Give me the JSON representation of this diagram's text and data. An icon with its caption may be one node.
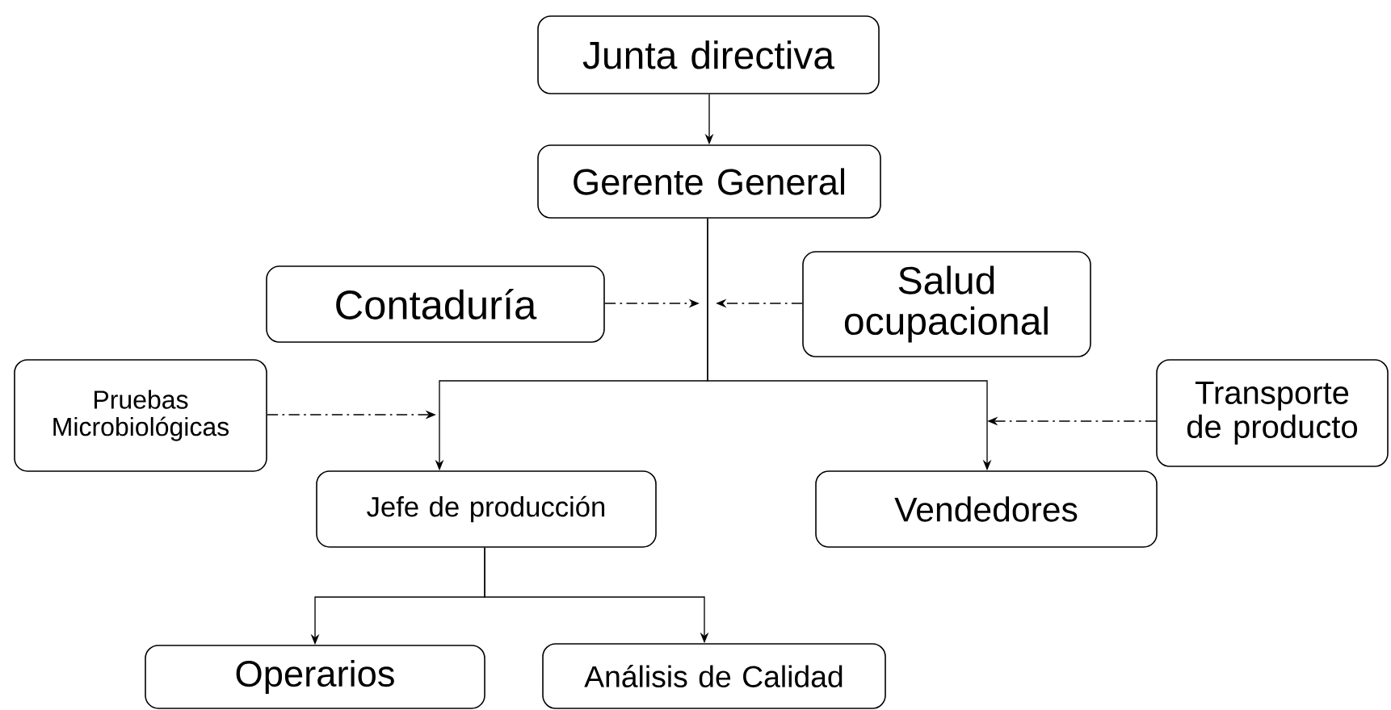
{
  "diagram": {
    "nodes": [
      {
        "text": [
          "Junta directiva"
        ]
      },
      {
        "text": [
          "Gerente General"
        ]
      },
      {
        "text": [
          "Contaduría"
        ]
      },
      {
        "text": [
          "Salud ocupacional"
        ]
      },
      {
        "text": [
          "Pruebas Microbiológicas"
        ]
      },
      {
        "text": [
          "Transporte de producto"
        ]
      },
      {
        "text": [
          "Jefe de producción"
        ]
      },
      {
        "text": [
          "Vendedores"
        ]
      },
      {
        "text": [
          "Operarios"
        ]
      },
      {
        "text": [
          "Análisis de Calidad"
        ]
      }
    ],
    "edges": [
      {
        "from": 0,
        "to": 1,
        "arrow": "to"
      },
      {
        "from": 1,
        "to": 6,
        "arrow": "to"
      },
      {
        "from": 1,
        "to": 7,
        "arrow": "to"
      },
      {
        "from": 2,
        "to": null,
        "arrow": "to",
        "style": "dashed"
      },
      {
        "from": 3,
        "to": null,
        "arrow": "to",
        "style": "dashed"
      },
      {
        "from": 4,
        "to": null,
        "arrow": "to",
        "style": "dashed"
      },
      {
        "from": 5,
        "to": null,
        "arrow": "to",
        "style": "dashed"
      },
      {
        "from": 6,
        "to": 8,
        "arrow": "to"
      },
      {
        "from": 6,
        "to": 9,
        "arrow": "to"
      }
    ]
  }
}
